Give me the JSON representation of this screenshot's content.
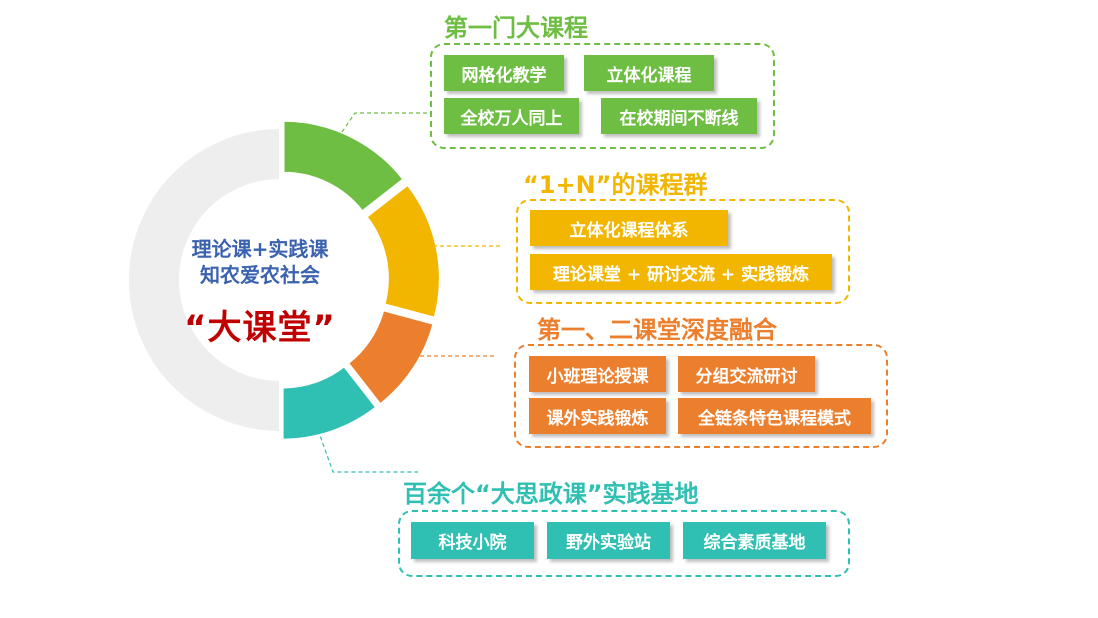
{
  "center": {
    "line1": "理论课+实践课",
    "line2": "知农爱农社会",
    "big": "“大课堂”"
  },
  "colors": {
    "green": "#6fbe44",
    "yellow": "#f2b600",
    "orange": "#ec7f2d",
    "teal": "#2fbfb3",
    "gray": "#eeeeee",
    "center_blue": "#3a62ae",
    "center_red": "#c00000"
  },
  "sections": [
    {
      "title": "第一门大课程",
      "items": [
        "网格化教学",
        "立体化课程",
        "全校万人同上",
        "在校期间不断线"
      ]
    },
    {
      "title": "“1+N”的课程群",
      "items": [
        "立体化课程体系",
        "理论课堂 + 研讨交流 + 实践锻炼"
      ]
    },
    {
      "title": "第一、二课堂深度融合",
      "items": [
        "小班理论授课",
        "分组交流研讨",
        "课外实践锻炼",
        "全链条特色课程模式"
      ]
    },
    {
      "title": "百余个“大思政课”实践基地",
      "items": [
        "科技小院",
        "野外实验站",
        "综合素质基地"
      ]
    }
  ]
}
